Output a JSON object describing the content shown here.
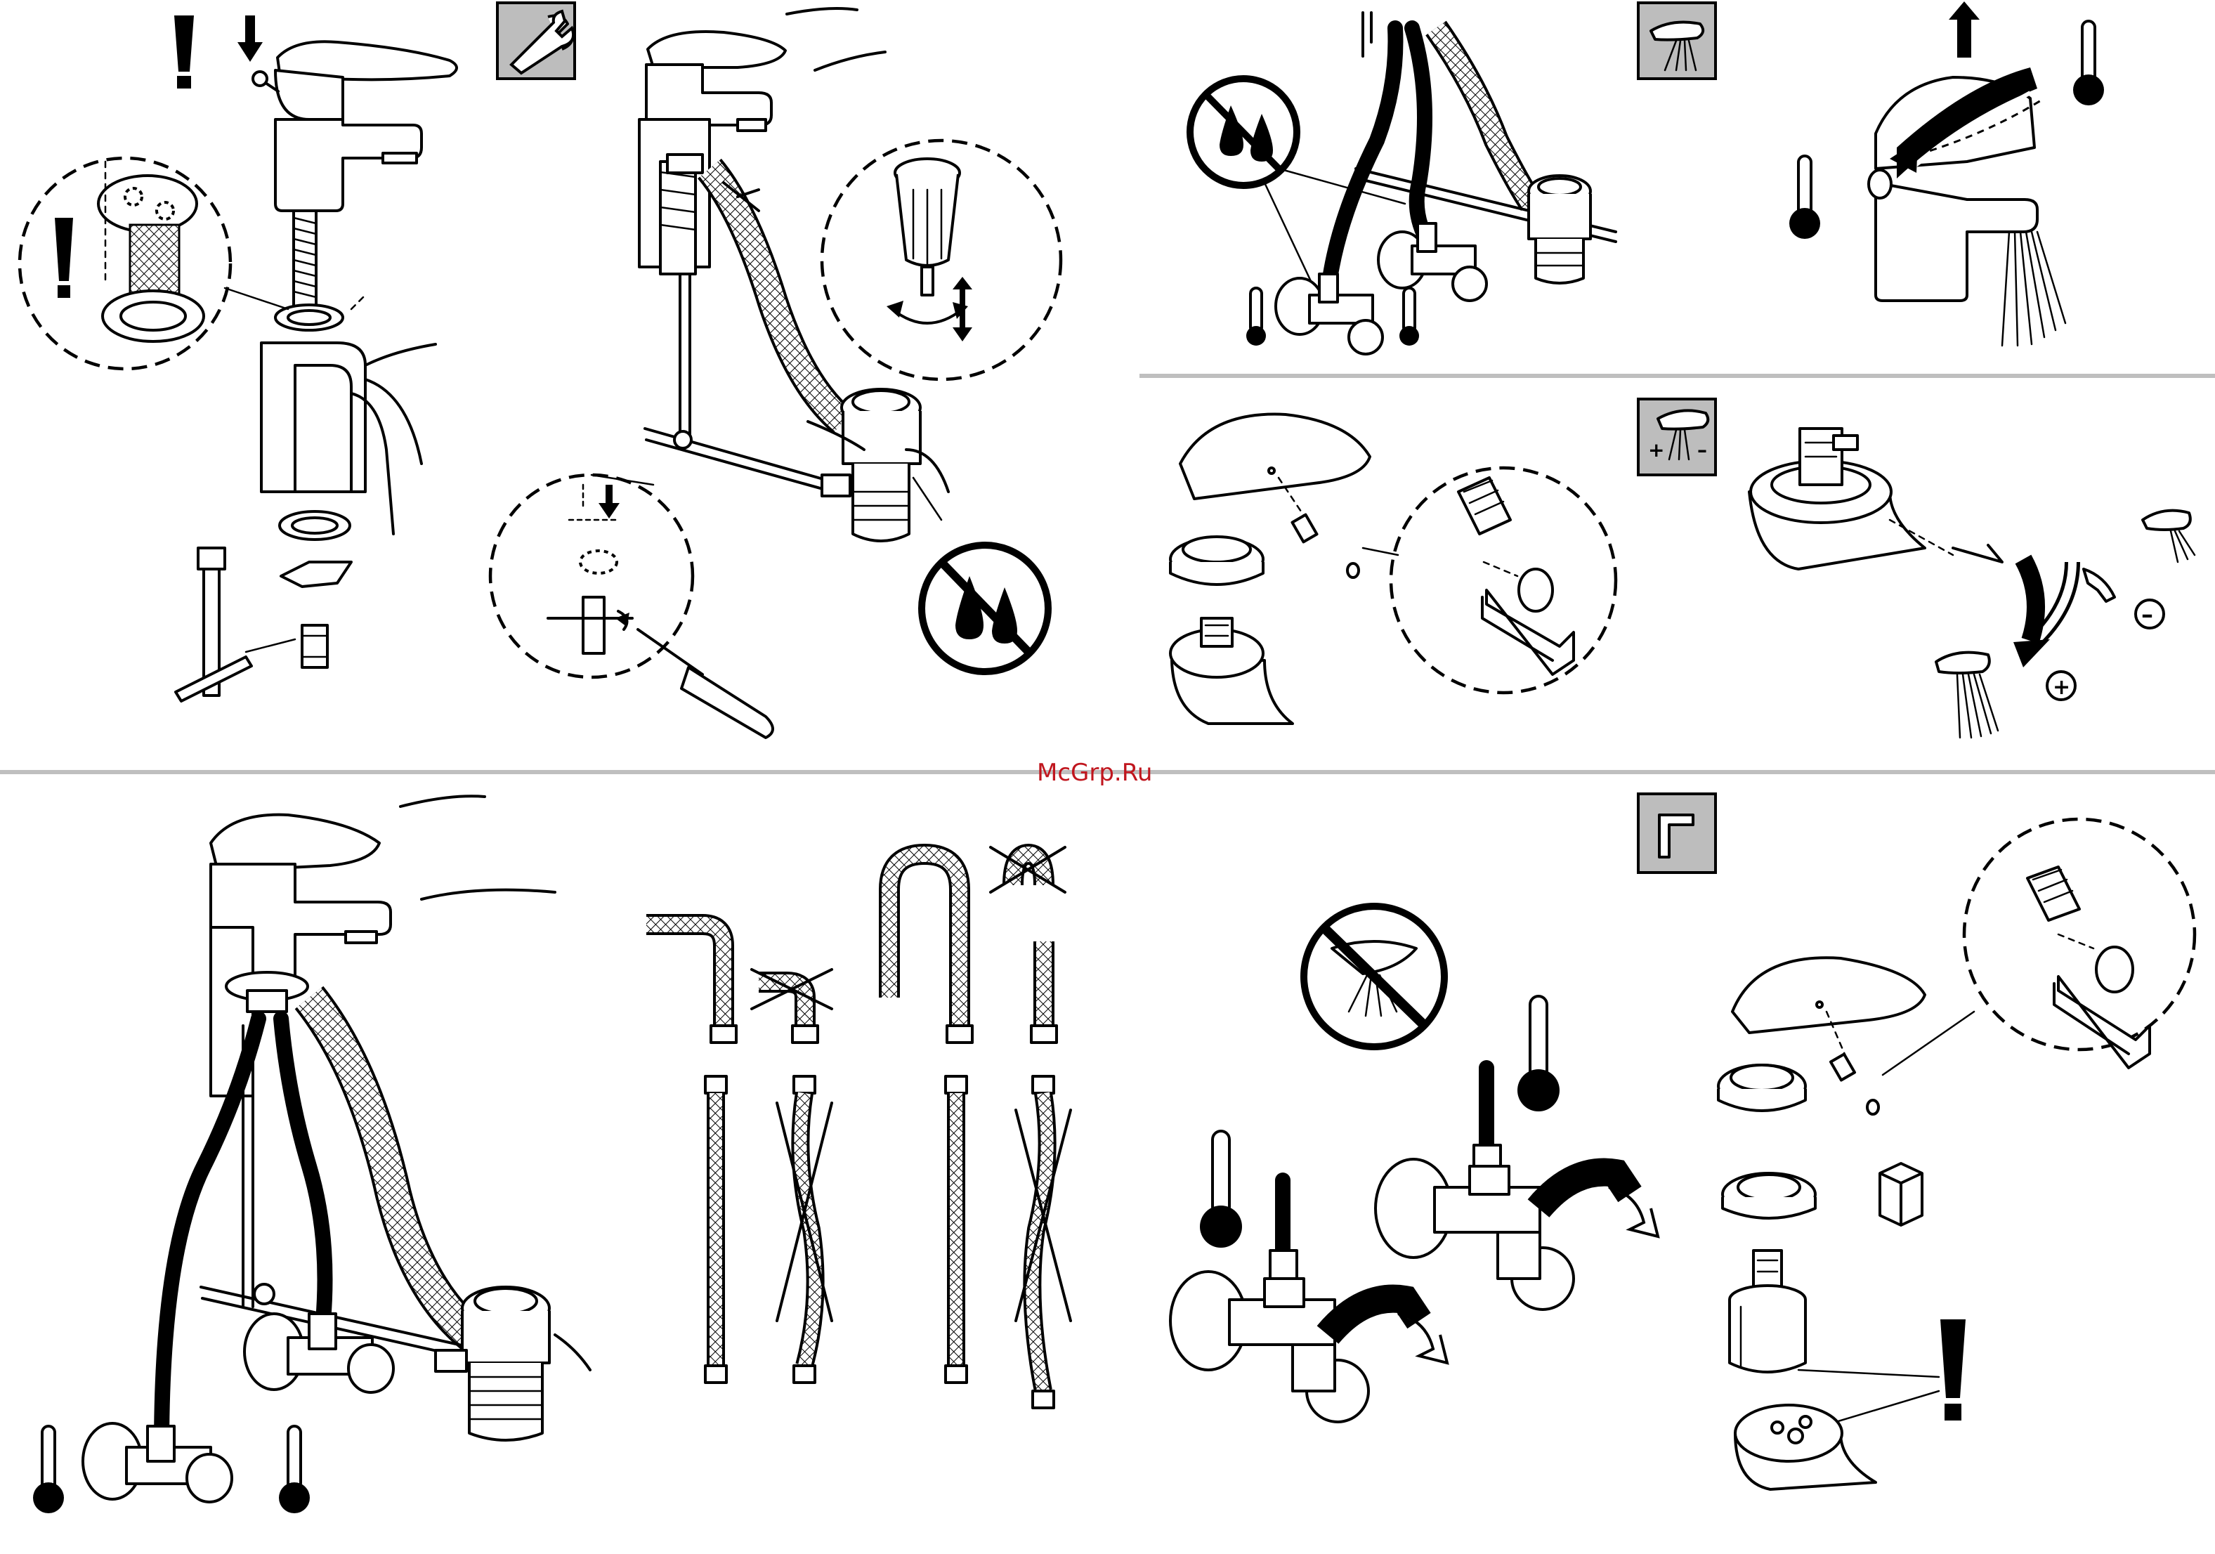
{
  "watermark": "McGrp.Ru",
  "colors": {
    "line": "#000000",
    "paper": "#ffffff",
    "tool_box": "#bdbdbd",
    "divider": "#bfbfbf",
    "watermark": "#c0161e"
  },
  "tool_boxes": {
    "wrench_box": {
      "icon": "wrench-icon"
    },
    "flush_box": {
      "icon": "spray-icon"
    },
    "flow_adjust_box": {
      "icon": "spray-adjust-icon",
      "plus_label": "+",
      "minus_label": "–"
    },
    "allen_key_box": {
      "icon": "allen-key-icon"
    }
  },
  "adjust_signs": {
    "minus": "–",
    "plus": "+"
  },
  "panels": [
    "installation-faucet",
    "pop-up-waste-assembly",
    "flushing-hoses",
    "temperature-lever",
    "hot-water-limiter",
    "hose-connection",
    "angle-valves-turn",
    "cartridge-replacement"
  ]
}
